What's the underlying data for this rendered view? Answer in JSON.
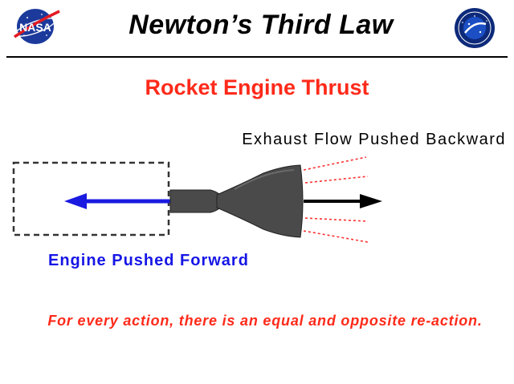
{
  "header": {
    "title": "Newton’s  Third  Law",
    "left_logo_text": "NASA",
    "left_logo_icon": "nasa-meatball-icon",
    "right_logo_icon": "glenn-research-center-icon"
  },
  "diagram": {
    "subtitle": "Rocket  Engine Thrust",
    "exhaust_label": "Exhaust  Flow  Pushed  Backward",
    "engine_label": "Engine  Pushed  Forward",
    "law_statement": "For every action, there is an equal and opposite re-action.",
    "colors": {
      "title": "#000000",
      "subtitle": "#ff2a1a",
      "engine_arrow": "#1a1ae0",
      "exhaust_arrow": "#000000",
      "exhaust_lines": "#ff3030",
      "nozzle": "#4a4a4a",
      "law_text": "#ff2a1a"
    }
  }
}
